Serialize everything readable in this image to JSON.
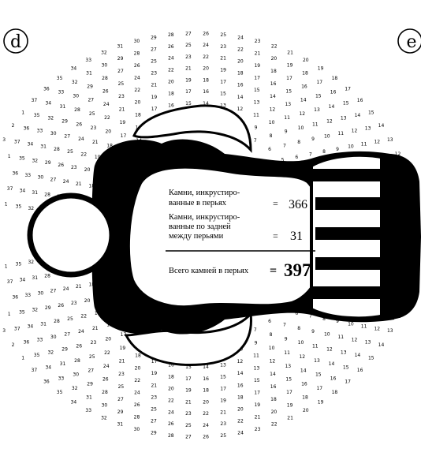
{
  "corner_labels": {
    "left": "d",
    "right": "e"
  },
  "table": {
    "rows": [
      {
        "label_line1": "Камни, инкрустиро-",
        "label_line2": "ванные в перьях",
        "eq": "=",
        "value": "366"
      },
      {
        "label_line1": "Камни, инкрустиро-",
        "label_line2": "ванные по задней",
        "label_line3": "между перьями",
        "eq": "=",
        "value": "31"
      }
    ],
    "total": {
      "label": "Всего камней в перьях",
      "eq": "=",
      "value": "397"
    }
  },
  "feather_number_sequence": [
    "1",
    "2",
    "3",
    "4",
    "5",
    "6",
    "7",
    "8",
    "9",
    "10",
    "11",
    "12",
    "13",
    "14",
    "15",
    "16",
    "17",
    "18",
    "19",
    "20",
    "21",
    "22",
    "23",
    "24",
    "25",
    "26",
    "27",
    "28",
    "29",
    "30",
    "31",
    "32",
    "33",
    "34",
    "35",
    "36",
    "37"
  ],
  "colors": {
    "ink": "#000000",
    "paper": "#ffffff"
  }
}
